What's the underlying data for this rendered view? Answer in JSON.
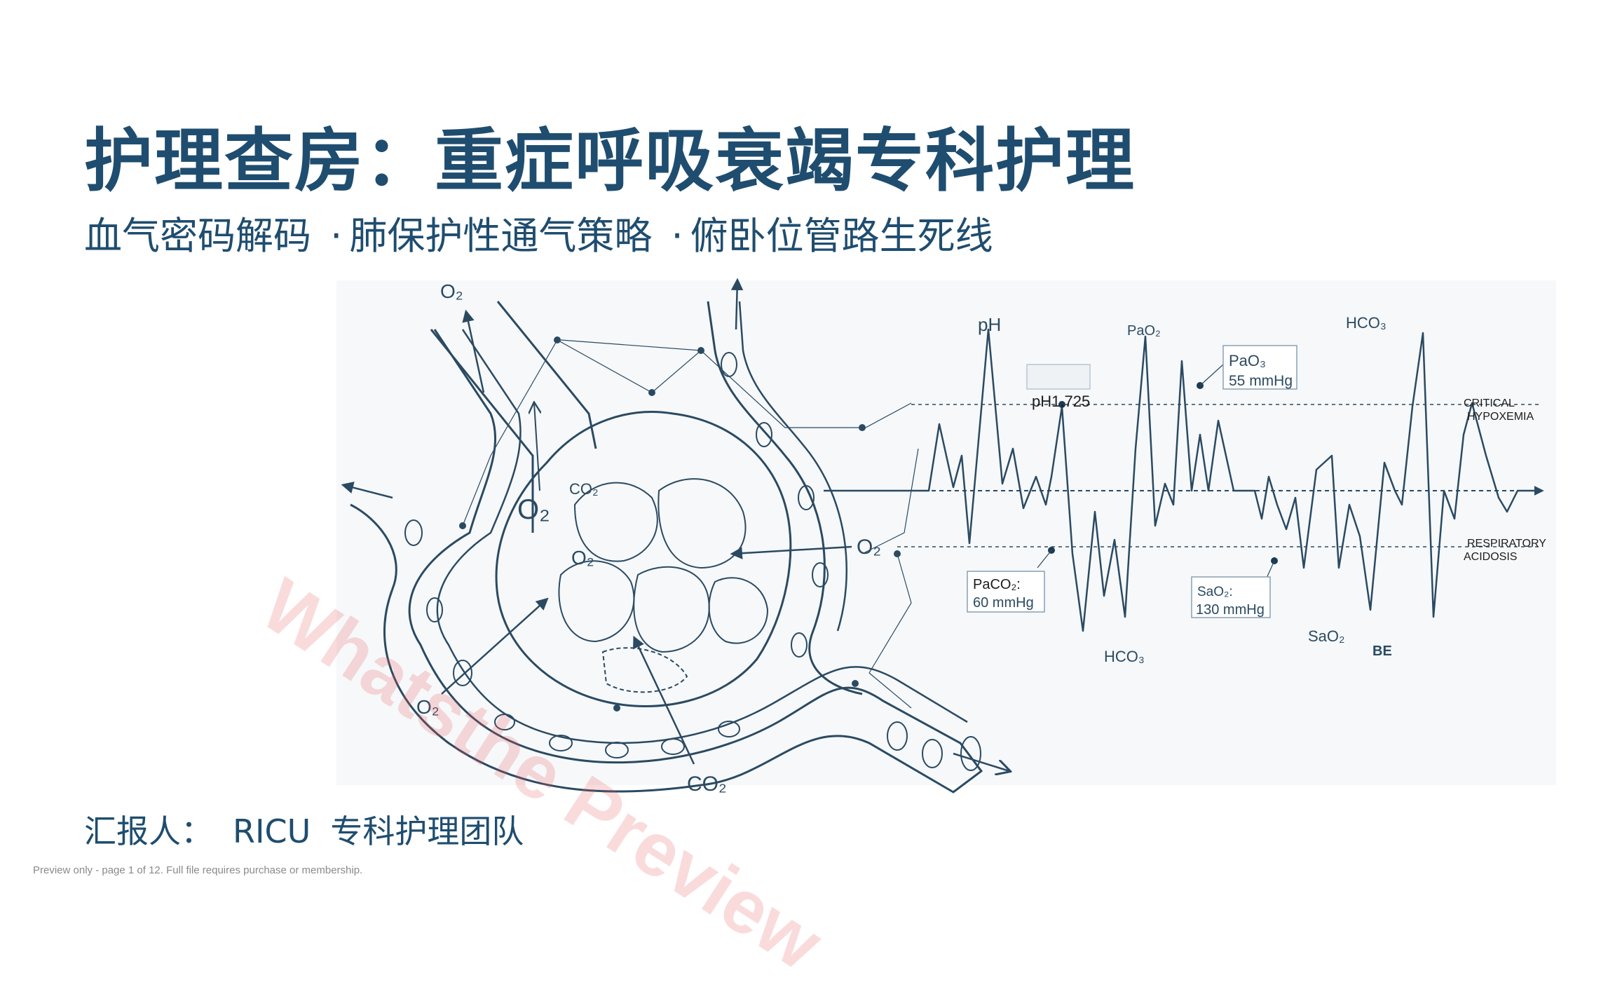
{
  "slide": {
    "title": "护理查房：重症呼吸衰竭专科护理",
    "subtitle": [
      "血气密码解码",
      "肺保护性通气策略",
      "俯卧位管路生死线"
    ],
    "subtitle_separator": "·",
    "reporter_label": "汇报人：",
    "reporter_name": "RICU",
    "reporter_team": "专科护理团队",
    "footnote": "Preview only - page 1 of 12. Full file requires purchase or membership.",
    "watermark": "Whatsthe Preview"
  },
  "diagram": {
    "alveolus_labels": {
      "o2_top": "O₂",
      "co2_inner": "CO₂",
      "o2_inner_large": "O₂",
      "o2_inner_small": "O₂",
      "o2_right": "O₂",
      "o2_bottom_left": "O₂",
      "co2_bottom": "CO₂"
    },
    "waveform_labels": {
      "ph": "pH",
      "pao2_top": "PaO₂",
      "hco3_top": "HCO₃",
      "ph_value": "pH1.725",
      "pao3_label": "PaO₃",
      "pao3_value": "55 mmHg",
      "critical_hypoxemia_1": "CRITICAL",
      "critical_hypoxemia_2": "HYPOXEMIA",
      "respiratory_acidosis_1": "RESPIRATORY",
      "respiratory_acidosis_2": "ACIDOSIS",
      "paco2_label": "PaCO₂:",
      "paco2_value": "60 mmHg",
      "sao2_box_label": "SaO₂:",
      "sao2_box_value": "130 mmHg",
      "sao2_bottom": "SaO₂",
      "hco3_bottom": "HCO₃",
      "be": "BE"
    },
    "colors": {
      "ink": "#2b4a62",
      "title": "#1f4d6f",
      "watermark": "#e85a5a"
    }
  }
}
